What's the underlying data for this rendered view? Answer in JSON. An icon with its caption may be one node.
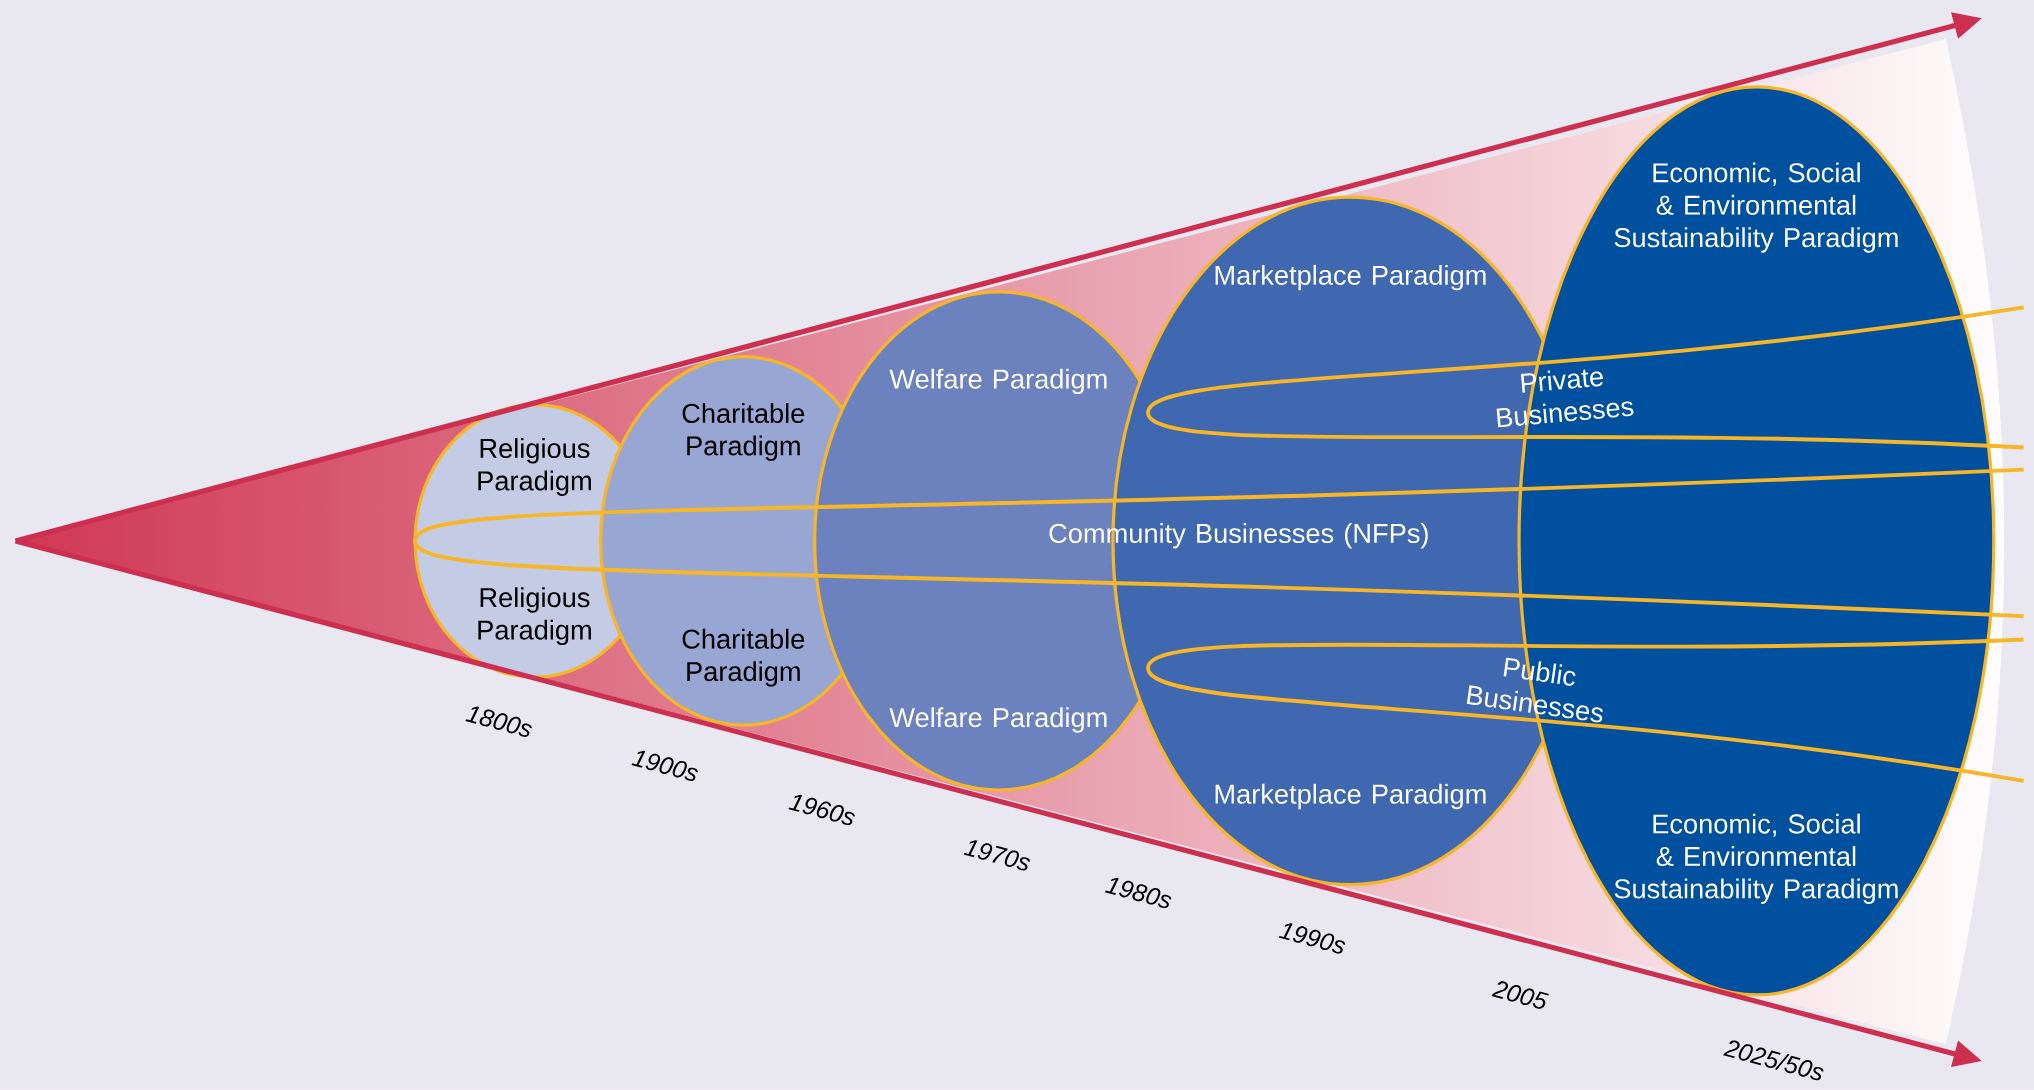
{
  "diagram": {
    "nodes": [
      {
        "text": [
          "Religious Paradigm",
          "Religious Paradigm"
        ]
      },
      {
        "text": [
          "Charitable Paradigm",
          "Charitable Paradigm"
        ]
      },
      {
        "text": [
          "Welfare Paradigm",
          "Welfare Paradigm"
        ]
      },
      {
        "text": [
          "Marketplace Paradigm",
          "Marketplace Paradigm"
        ]
      },
      {
        "text": [
          "Economic, Social & Environmental Sustainability Paradigm",
          "Economic, Social & Environmental Sustainability Paradigm"
        ]
      },
      {
        "text": [
          "Community Businesses (NFPs)"
        ]
      },
      {
        "text": [
          "Private Businesses"
        ]
      },
      {
        "text": [
          "Public Businesses"
        ]
      }
    ],
    "labels": [
      "1800s",
      "1900s",
      "1960s",
      "1970s",
      "1980s",
      "1990s",
      "2005",
      "2025/50s"
    ]
  }
}
